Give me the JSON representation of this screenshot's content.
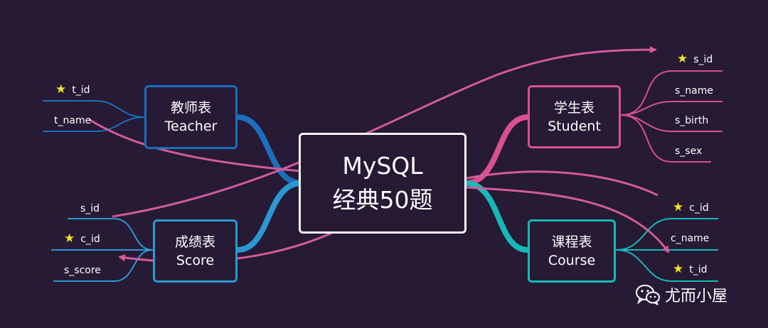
{
  "center": {
    "line1": "MySQL",
    "line2": "经典50题"
  },
  "teacher": {
    "title_cn": "教师表",
    "title_en": "Teacher",
    "color": "#1a6fbe",
    "fields": [
      {
        "name": "t_id",
        "key": true
      },
      {
        "name": "t_name",
        "key": false
      }
    ]
  },
  "score": {
    "title_cn": "成绩表",
    "title_en": "Score",
    "color": "#2b98d2",
    "fields": [
      {
        "name": "s_id",
        "key": false
      },
      {
        "name": "c_id",
        "key": true
      },
      {
        "name": "s_score",
        "key": false
      }
    ]
  },
  "student": {
    "title_cn": "学生表",
    "title_en": "Student",
    "color": "#d9508d",
    "fields": [
      {
        "name": "s_id",
        "key": true
      },
      {
        "name": "s_name",
        "key": false
      },
      {
        "name": "s_birth",
        "key": false
      },
      {
        "name": "s_sex",
        "key": false
      }
    ]
  },
  "course": {
    "title_cn": "课程表",
    "title_en": "Course",
    "color": "#17b9b8",
    "fields": [
      {
        "name": "c_id",
        "key": true
      },
      {
        "name": "c_name",
        "key": false
      },
      {
        "name": "t_id",
        "key": true
      }
    ]
  },
  "watermark": {
    "text": "尤而小屋"
  },
  "colors": {
    "background": "#261a35",
    "relation_arrow": "#d45b9a",
    "primary_key_star": "#f6e51f"
  }
}
